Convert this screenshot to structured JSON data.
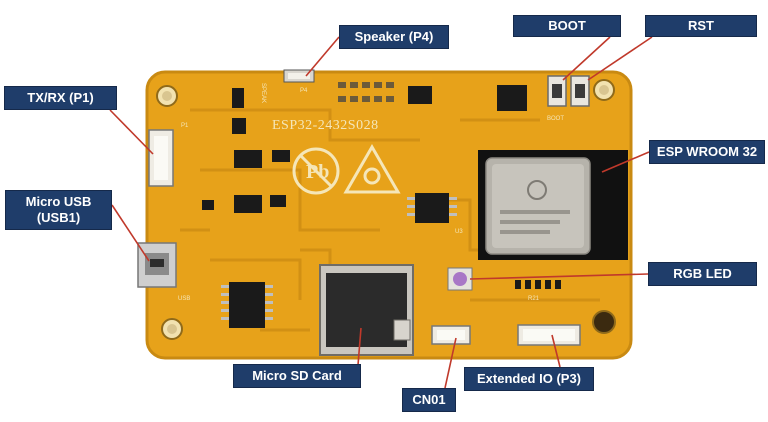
{
  "board": {
    "silkscreen_title": "ESP32-2432S028",
    "colors": {
      "pcb": "#e7a21a",
      "pcb_edge": "#c98a12",
      "trace": "#cf8d14",
      "callout_bg": "#1f3d6a",
      "callout_text": "#ffffff",
      "leader": "#c0392b"
    },
    "small_marks": {
      "speaker": "SPEAK",
      "usb": "USB",
      "p1": "P1",
      "u3": "U3",
      "r21": "R21",
      "p4": "P4",
      "boot": "BOOT"
    }
  },
  "callouts": {
    "speaker": "Speaker (P4)",
    "boot": "BOOT",
    "rst": "RST",
    "txrx": "TX/RX (P1)",
    "esp": "ESP WROOM 32",
    "usb": "Micro USB\n(USB1)",
    "rgb": "RGB LED",
    "sd": "Micro SD Card",
    "ext": "Extended IO (P3)",
    "cn01": "CN01"
  }
}
